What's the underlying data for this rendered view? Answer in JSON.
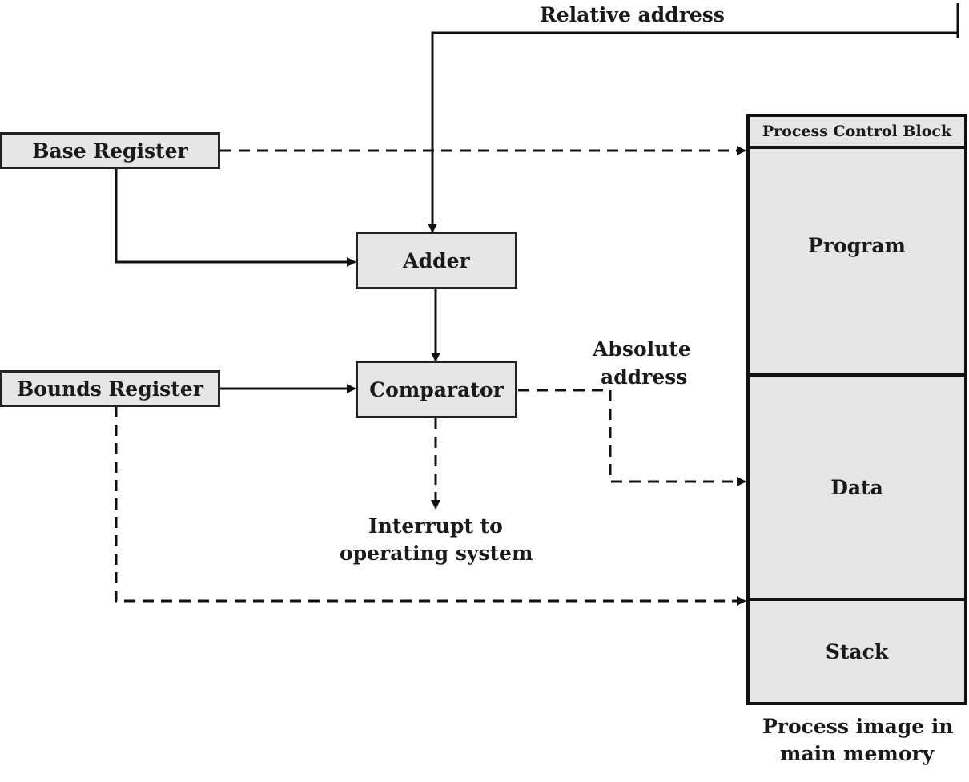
{
  "labels": {
    "relative_address": "Relative address",
    "absolute_address_line1": "Absolute",
    "absolute_address_line2": "address",
    "interrupt_line1": "Interrupt to",
    "interrupt_line2": "operating system",
    "process_image_line1": "Process image in",
    "process_image_line2": "main memory"
  },
  "boxes": {
    "base_register": "Base Register",
    "bounds_register": "Bounds Register",
    "adder": "Adder",
    "comparator": "Comparator"
  },
  "memory": {
    "pcb": "Process Control Block",
    "program": "Program",
    "data": "Data",
    "stack": "Stack"
  },
  "colors": {
    "box_fill": "#e6e6e6",
    "stroke": "#222222",
    "background": "#ffffff"
  }
}
